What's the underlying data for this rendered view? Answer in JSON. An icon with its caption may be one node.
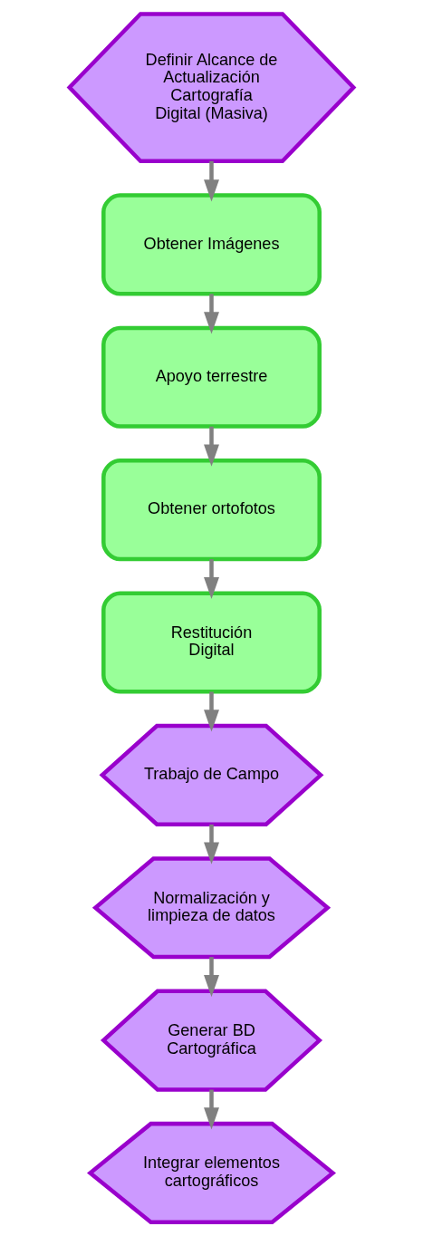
{
  "diagram": {
    "nodes": [
      {
        "text": [
          "Definir Alcance de Actualización Cartografía Digital (Masiva)"
        ]
      },
      {
        "text": [
          "Obtener Imágenes"
        ]
      },
      {
        "text": [
          "Apoyo terrestre"
        ]
      },
      {
        "text": [
          "Obtener ortofotos"
        ]
      },
      {
        "text": [
          "Restitución Digital"
        ]
      },
      {
        "text": [
          "Trabajo de Campo"
        ]
      },
      {
        "text": [
          "Normalización y limpieza de datos"
        ]
      },
      {
        "text": [
          "Generar BD Cartográfica"
        ]
      },
      {
        "text": [
          "Integrar elementos cartográficos"
        ]
      }
    ],
    "edges": [
      {
        "from": 0,
        "to": 1,
        "arrow": "to"
      },
      {
        "from": 1,
        "to": 2,
        "arrow": "to"
      },
      {
        "from": 2,
        "to": 3,
        "arrow": "to"
      },
      {
        "from": 3,
        "to": 4,
        "arrow": "to"
      },
      {
        "from": 4,
        "to": 5,
        "arrow": "to"
      },
      {
        "from": 5,
        "to": 6,
        "arrow": "to"
      },
      {
        "from": 6,
        "to": 7,
        "arrow": "to"
      },
      {
        "from": 7,
        "to": 8,
        "arrow": "to"
      }
    ]
  }
}
